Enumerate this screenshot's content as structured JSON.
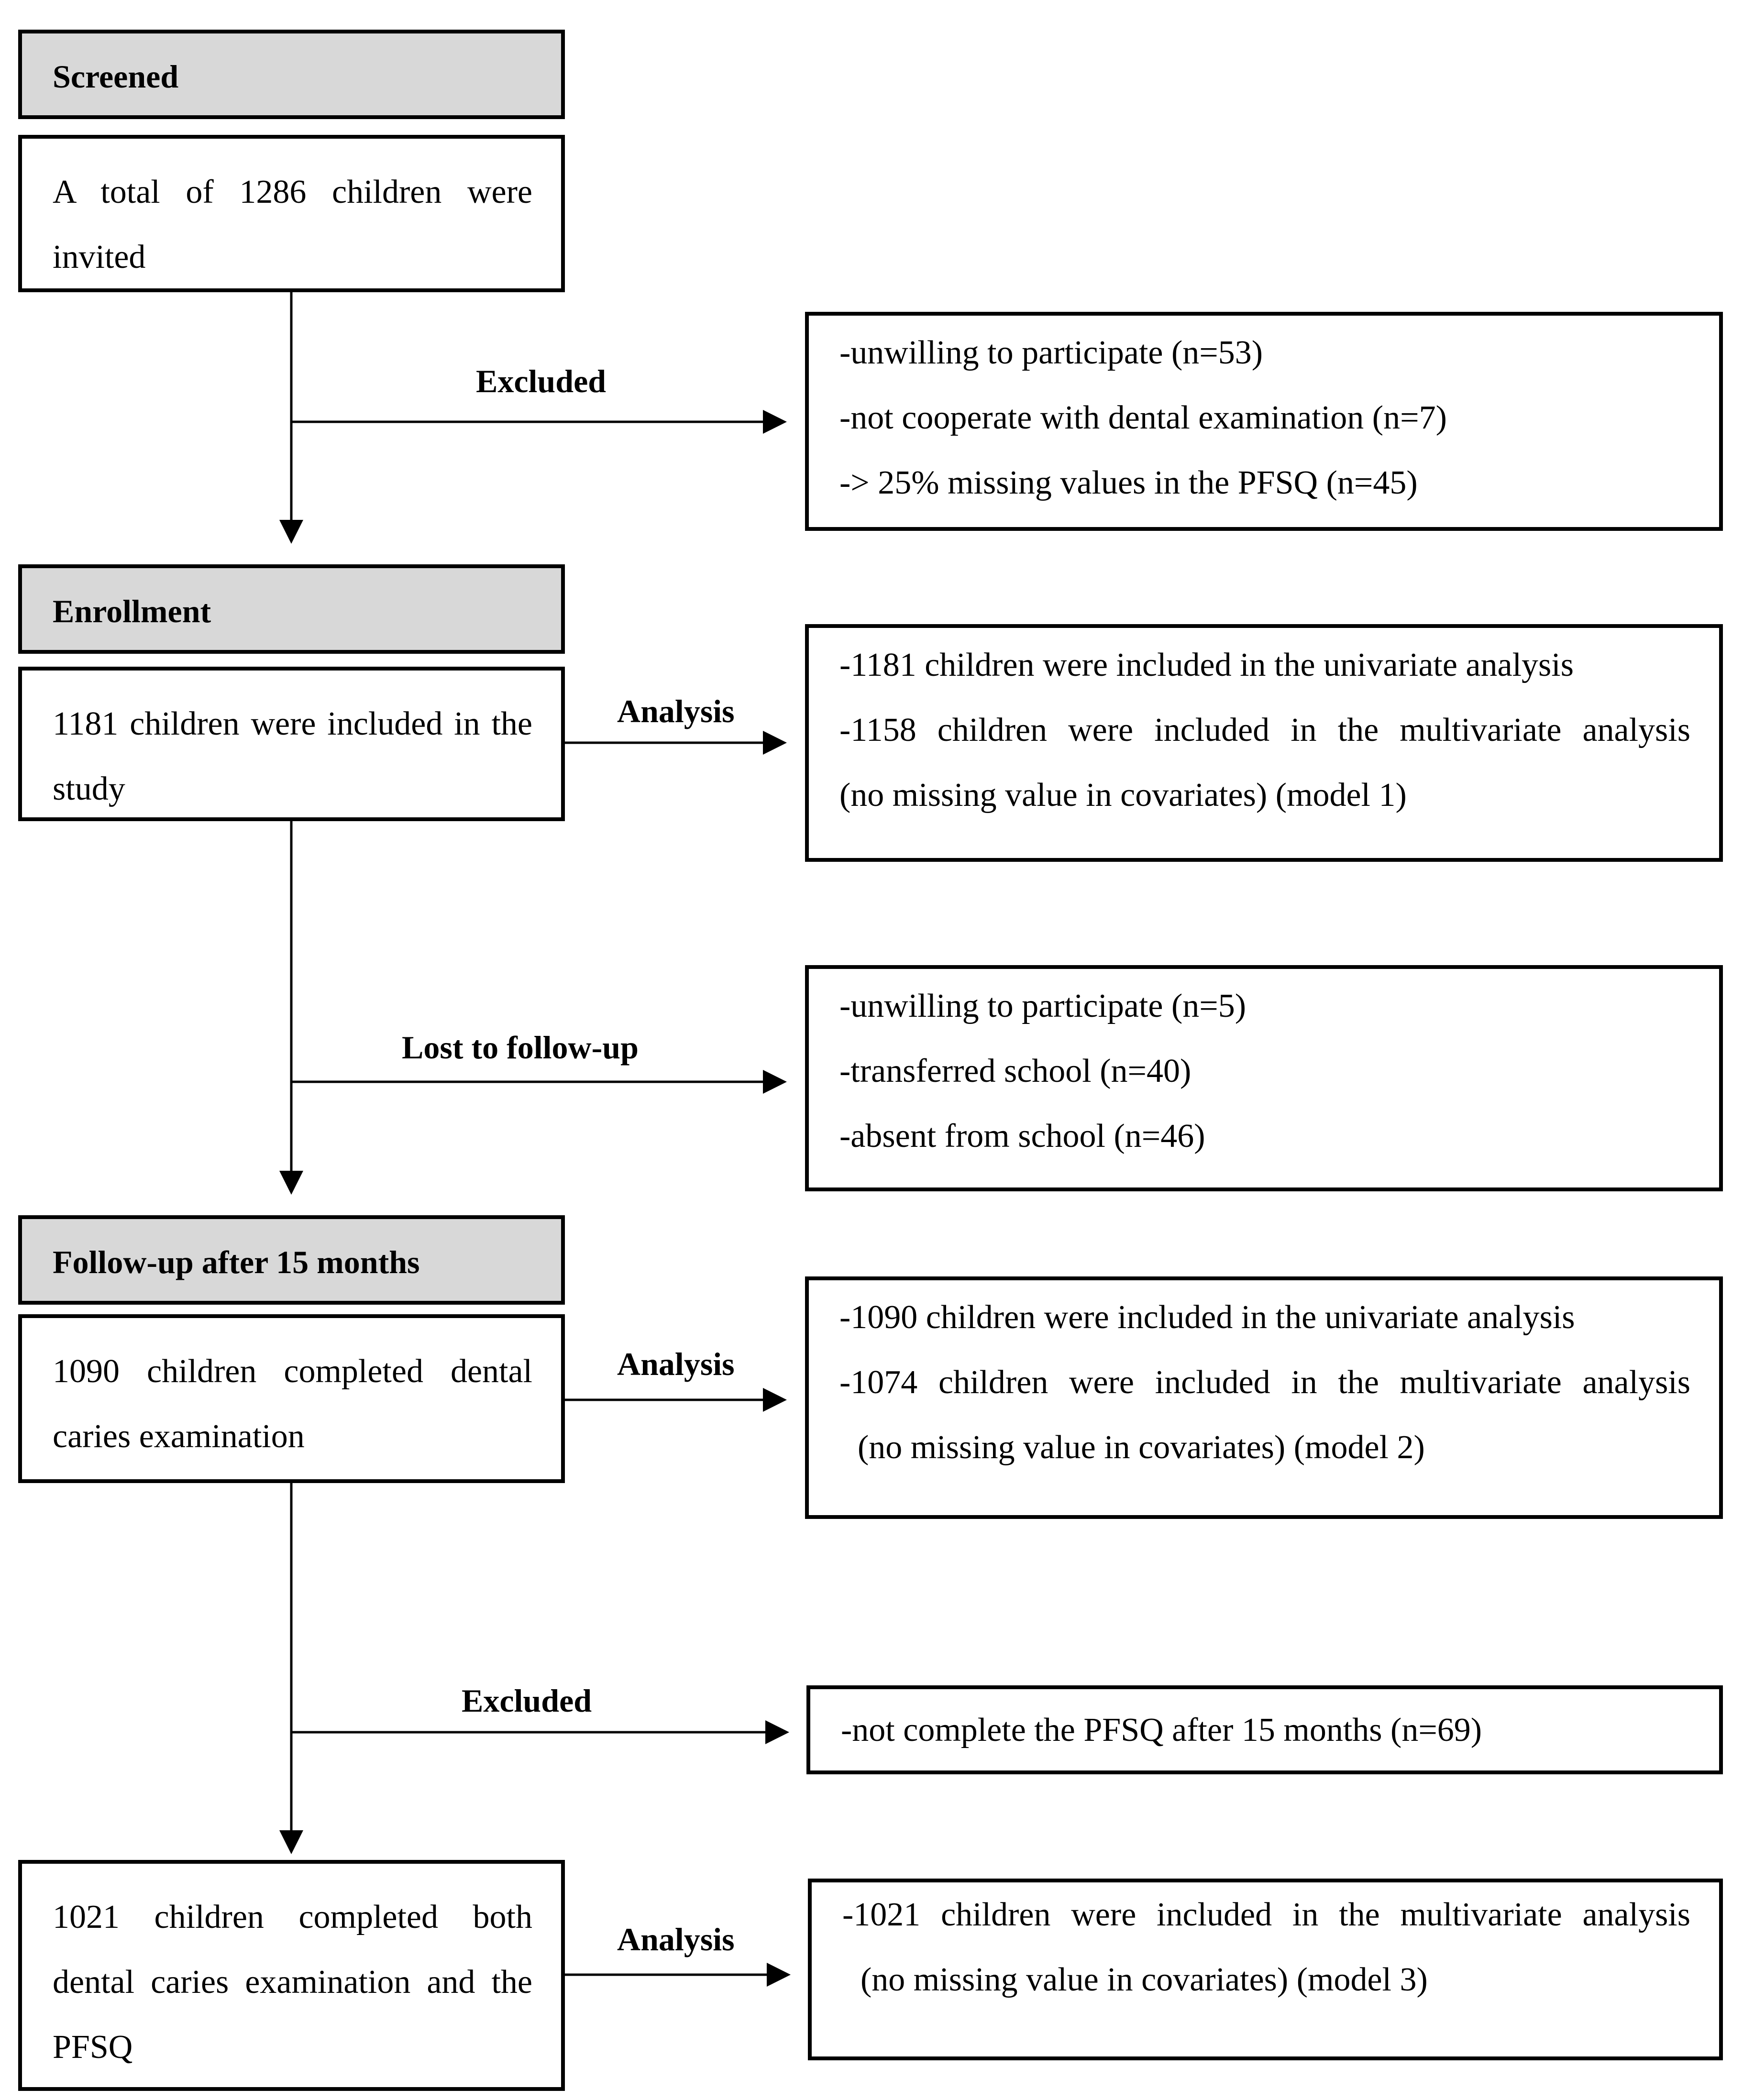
{
  "stages": {
    "screened": {
      "header": "Screened",
      "body": "A total of 1286 children were invited"
    },
    "enrollment": {
      "header": "Enrollment",
      "body": "1181 children were included in the study"
    },
    "followup": {
      "header": "Follow-up after 15 months",
      "body": "1090 children completed dental caries examination"
    },
    "final": {
      "body": "1021 children completed both dental caries examination and the PFSQ"
    }
  },
  "branches": {
    "excluded1": {
      "label": "Excluded",
      "items": [
        "-unwilling to participate (n=53)",
        "-not cooperate with dental examination (n=7)",
        "-> 25% missing values in the PFSQ (n=45)"
      ]
    },
    "analysis1": {
      "label": "Analysis",
      "items": [
        "-1181 children were included in the univariate analysis",
        "-1158 children were included in the multivariate analysis",
        "(no missing value in covariates) (model 1)"
      ]
    },
    "lost": {
      "label": "Lost to follow-up",
      "items": [
        "-unwilling to participate (n=5)",
        "-transferred school (n=40)",
        "-absent from school (n=46)"
      ]
    },
    "analysis2": {
      "label": "Analysis",
      "items": [
        "-1090 children were included in the univariate analysis",
        "-1074 children were included in the multivariate analysis",
        "(no missing value in covariates) (model 2)"
      ]
    },
    "excluded2": {
      "label": "Excluded",
      "items": [
        "-not complete the PFSQ after 15 months (n=69)"
      ]
    },
    "analysis3": {
      "label": "Analysis",
      "items": [
        "-1021 children were included in the multivariate analysis",
        "(no missing value in covariates) (model 3)"
      ]
    }
  }
}
